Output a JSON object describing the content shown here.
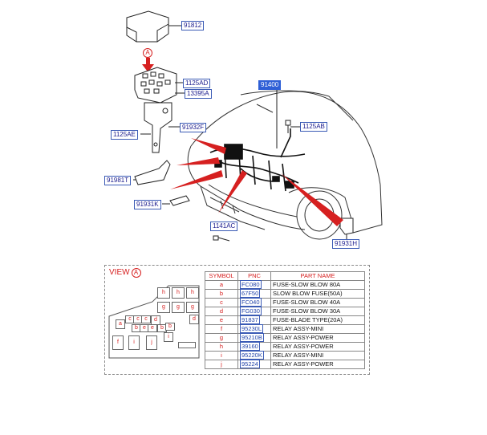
{
  "callouts": {
    "top_cover": "91812",
    "view_marker": "A",
    "bolt_a": "1125AD",
    "nut_a": "13395A",
    "main_harness": "91400",
    "bolt_b": "1125AE",
    "bracket": "91932F",
    "bolt_c": "1125AB",
    "protector": "91981T",
    "clip": "91931K",
    "bolt_d": "1141AC",
    "ground_clip": "91931H"
  },
  "view": {
    "title": "VIEW",
    "letter": "A"
  },
  "fuse_box_cells": [
    "h",
    "h",
    "h",
    "g",
    "g",
    "g",
    "a",
    "c",
    "c",
    "c",
    "d",
    "b",
    "e",
    "e",
    "b",
    "b",
    "d",
    "f",
    "i",
    "j",
    "i"
  ],
  "table": {
    "headers": [
      "SYMBOL",
      "PNC",
      "PART NAME"
    ],
    "rows": [
      {
        "symbol": "a",
        "pnc": "FC080",
        "name": "FUSE-SLOW BLOW 80A"
      },
      {
        "symbol": "b",
        "pnc": "67F50",
        "name": "SLOW BLOW FUSE(50A)"
      },
      {
        "symbol": "c",
        "pnc": "FC040",
        "name": "FUSE-SLOW BLOW 40A"
      },
      {
        "symbol": "d",
        "pnc": "FG030",
        "name": "FUSE-SLOW BLOW 30A"
      },
      {
        "symbol": "e",
        "pnc": "91837",
        "name": "FUSE-BLADE TYPE(20A)"
      },
      {
        "symbol": "f",
        "pnc": "95230L",
        "name": "RELAY ASSY-MINI"
      },
      {
        "symbol": "g",
        "pnc": "95210B",
        "name": "RELAY ASSY-POWER"
      },
      {
        "symbol": "h",
        "pnc": "39160",
        "name": "RELAY ASSY-POWER"
      },
      {
        "symbol": "i",
        "pnc": "95220K",
        "name": "RELAY ASSY-MINI"
      },
      {
        "symbol": "j",
        "pnc": "95224",
        "name": "RELAY ASSY-POWER"
      }
    ]
  },
  "colors": {
    "accent_red": "#d62020",
    "label_blue": "#2e5fd6",
    "line": "#222222"
  }
}
